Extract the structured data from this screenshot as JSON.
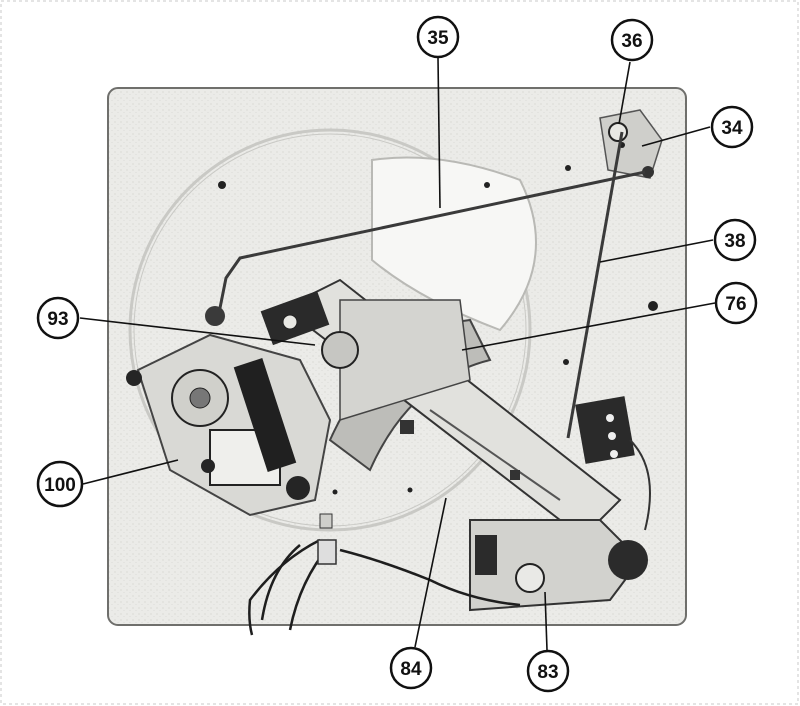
{
  "figure": {
    "description_free": true,
    "callouts": [
      {
        "id": "c35",
        "label": "35"
      },
      {
        "id": "c36",
        "label": "36"
      },
      {
        "id": "c34",
        "label": "34"
      },
      {
        "id": "c38",
        "label": "38"
      },
      {
        "id": "c76",
        "label": "76"
      },
      {
        "id": "c93",
        "label": "93"
      },
      {
        "id": "c100",
        "label": "100"
      },
      {
        "id": "c84",
        "label": "84"
      },
      {
        "id": "c83",
        "label": "83"
      }
    ],
    "colors": {
      "plate": "#e9e9e6",
      "plate_edge": "#6f6f6c",
      "metal": "#d2d2cf",
      "dark": "#1d1d1d",
      "callout_stroke": "#111111"
    }
  }
}
